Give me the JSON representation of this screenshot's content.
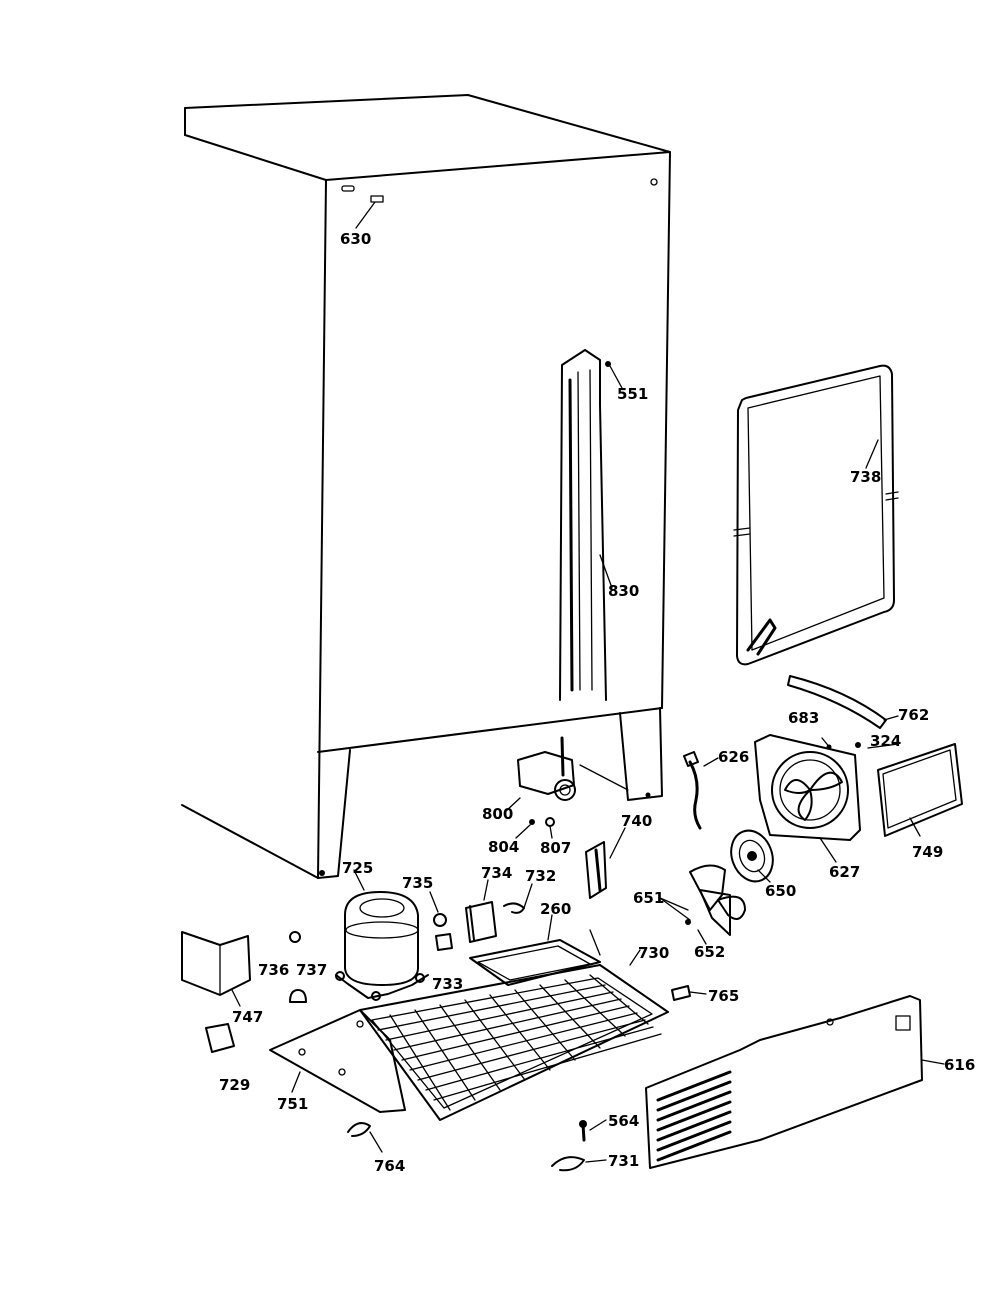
{
  "parts": [
    {
      "id": "p630",
      "label": "630"
    },
    {
      "id": "p551",
      "label": "551"
    },
    {
      "id": "p738",
      "label": "738"
    },
    {
      "id": "p830",
      "label": "830"
    },
    {
      "id": "p683",
      "label": "683"
    },
    {
      "id": "p762",
      "label": "762"
    },
    {
      "id": "p324",
      "label": "324"
    },
    {
      "id": "p626",
      "label": "626"
    },
    {
      "id": "p800",
      "label": "800"
    },
    {
      "id": "p740",
      "label": "740"
    },
    {
      "id": "p804",
      "label": "804"
    },
    {
      "id": "p807",
      "label": "807"
    },
    {
      "id": "p749",
      "label": "749"
    },
    {
      "id": "p627",
      "label": "627"
    },
    {
      "id": "p650",
      "label": "650"
    },
    {
      "id": "p725",
      "label": "725"
    },
    {
      "id": "p735",
      "label": "735"
    },
    {
      "id": "p734",
      "label": "734"
    },
    {
      "id": "p732",
      "label": "732"
    },
    {
      "id": "p651",
      "label": "651"
    },
    {
      "id": "p260",
      "label": "260"
    },
    {
      "id": "p652",
      "label": "652"
    },
    {
      "id": "p730",
      "label": "730"
    },
    {
      "id": "p736",
      "label": "736"
    },
    {
      "id": "p737",
      "label": "737"
    },
    {
      "id": "p733",
      "label": "733"
    },
    {
      "id": "p765",
      "label": "765"
    },
    {
      "id": "p747",
      "label": "747"
    },
    {
      "id": "p616",
      "label": "616"
    },
    {
      "id": "p729",
      "label": "729"
    },
    {
      "id": "p751",
      "label": "751"
    },
    {
      "id": "p564",
      "label": "564"
    },
    {
      "id": "p731",
      "label": "731"
    },
    {
      "id": "p764",
      "label": "764"
    }
  ]
}
